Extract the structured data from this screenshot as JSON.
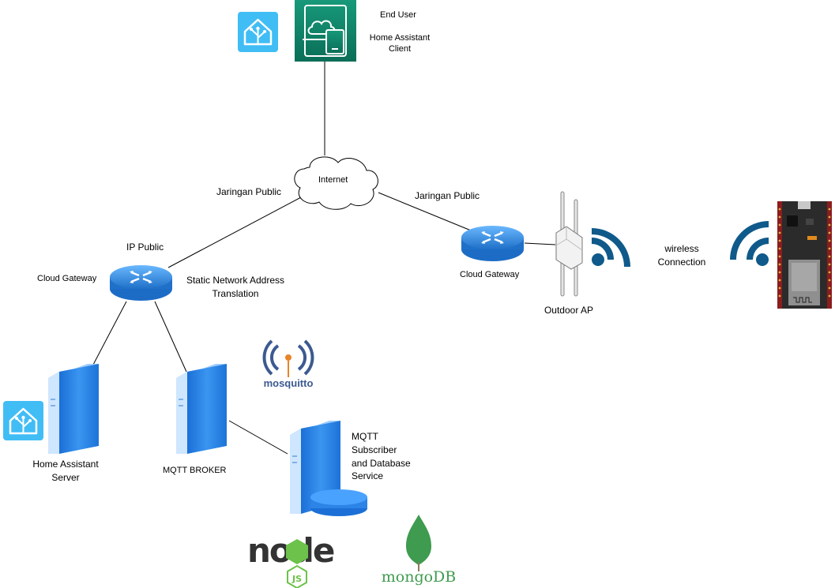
{
  "nodes": {
    "end_user": {
      "title": "End User",
      "subtitle_line1": "Home Assistant",
      "subtitle_line2": "Client"
    },
    "internet": {
      "label": "Internet"
    },
    "cloud_gateway_left": {
      "label": "Cloud Gateway"
    },
    "cloud_gateway_right": {
      "label": "Cloud Gateway"
    },
    "outdoor_ap": {
      "label": "Outdoor AP"
    },
    "ha_server": {
      "line1": "Home Assistant",
      "line2": "Server"
    },
    "mqtt_broker": {
      "label": "MQTT BROKER"
    },
    "mqtt_subscriber": {
      "line1": "MQTT",
      "line2": "Subscriber",
      "line3": "and Database",
      "line4": "Service"
    }
  },
  "edges": {
    "left_public": "Jaringan Public",
    "right_public": "Jaringan Public",
    "ip_public": "IP Public",
    "snat_line1": "Static Network Address",
    "snat_line2": "Translation",
    "wireless_line1": "wireless",
    "wireless_line2": "Connection"
  },
  "logos": {
    "mosquitto": "mosquitto",
    "mongodb": "mongoDB",
    "nodejs": "node"
  },
  "colors": {
    "router_blue": "#3b8fe0",
    "server_blue": "#2e86e6",
    "ha_blue": "#41bdf5",
    "cloud_green": "#0e8a6e",
    "wifi_blue": "#0f5a8a",
    "node_green": "#6cc24a",
    "mongo_green": "#3f9b4f"
  }
}
